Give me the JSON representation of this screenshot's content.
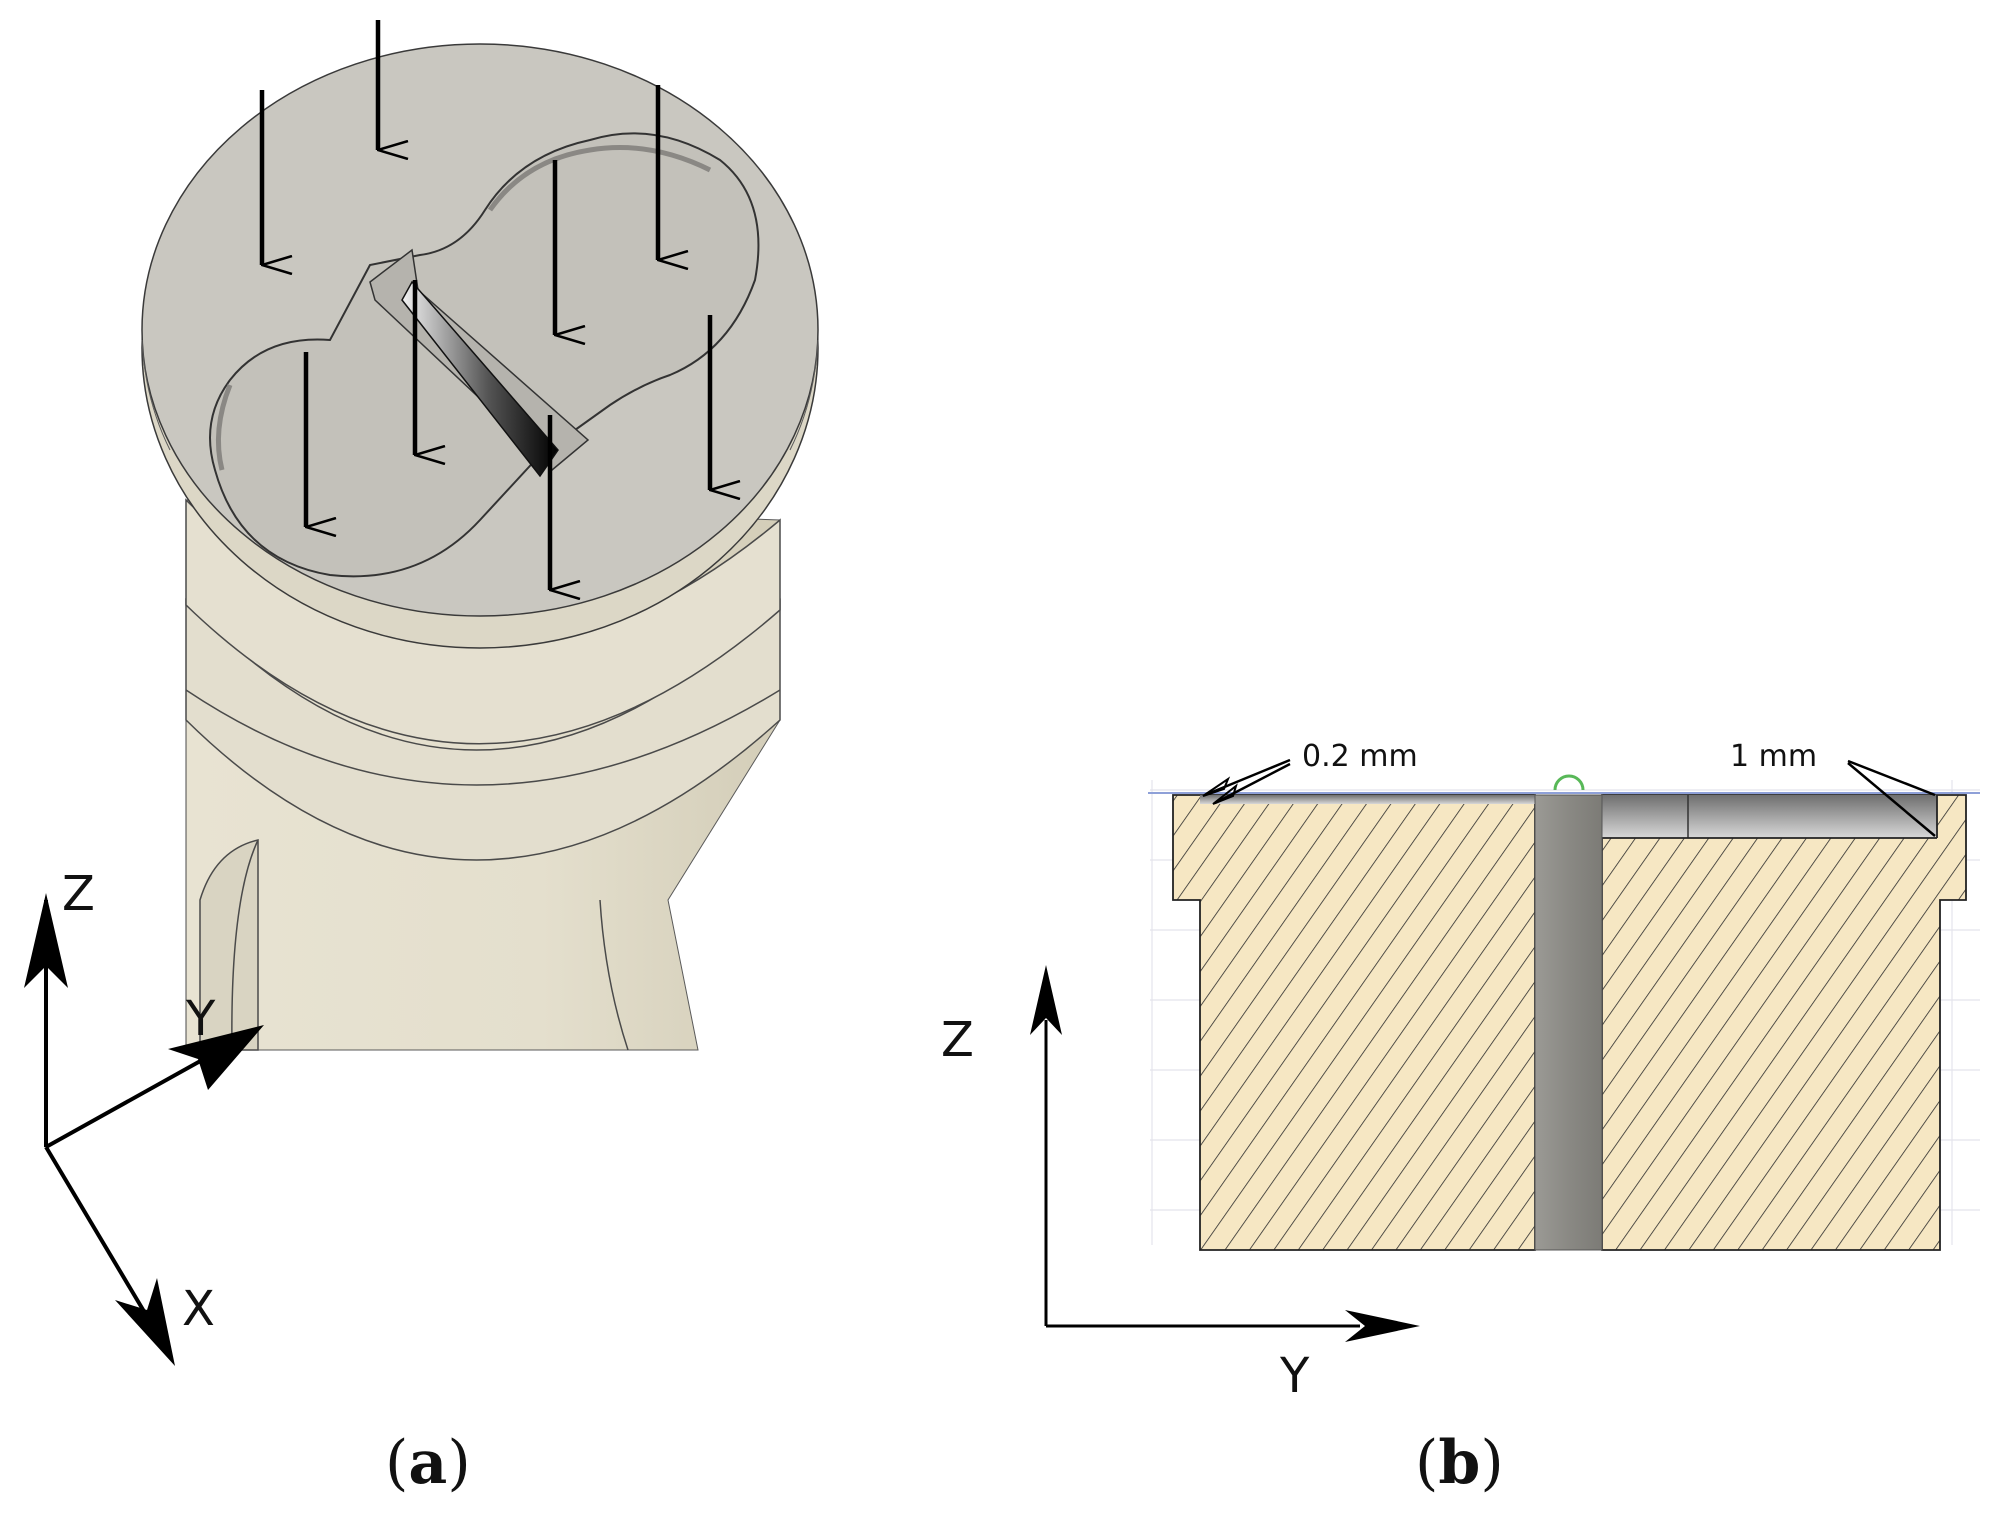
{
  "panel_a": {
    "caption_letter": "a",
    "axes": {
      "z": "Z",
      "y": "Y",
      "x": "X"
    }
  },
  "panel_b": {
    "caption_letter": "b",
    "axes": {
      "z": "Z",
      "y": "Y"
    },
    "dimensions": {
      "left": "0.2 mm",
      "right": "1 mm"
    }
  },
  "colors": {
    "cad_face": "#c9c7c0",
    "cad_body": "#ddd8c6",
    "section_fill": "#f6e7c3",
    "channel": "#8a8984",
    "arrow": "#000000"
  },
  "icons": {
    "load_arrow": "down-arrow-icon",
    "axis_arrow": "arrow-icon"
  }
}
